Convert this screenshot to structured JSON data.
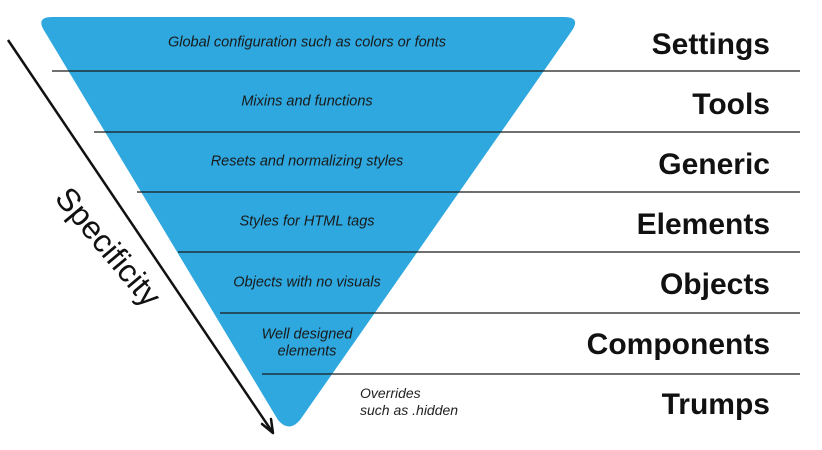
{
  "colors": {
    "triangle_fill": "#2EA8DF",
    "divider_line": "#1a1a1a",
    "text": "#111111"
  },
  "axis": {
    "label": "Specificity",
    "direction": "increasing-downward"
  },
  "layers": [
    {
      "name": "Settings",
      "description": "Global configuration such as colors or fonts"
    },
    {
      "name": "Tools",
      "description": "Mixins and functions"
    },
    {
      "name": "Generic",
      "description": "Resets and normalizing styles"
    },
    {
      "name": "Elements",
      "description": "Styles for HTML tags"
    },
    {
      "name": "Objects",
      "description": "Objects with no visuals"
    },
    {
      "name": "Components",
      "description_lines": [
        "Well designed",
        "elements"
      ]
    },
    {
      "name": "Trumps",
      "description_lines": [
        "Overrides",
        "such as .hidden"
      ]
    }
  ]
}
